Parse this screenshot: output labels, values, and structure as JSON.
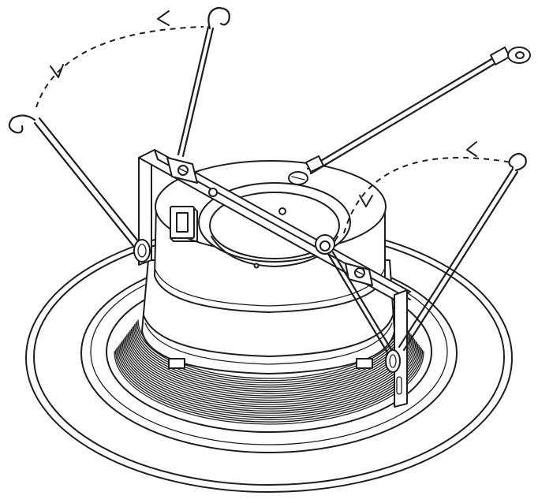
{
  "figure": {
    "description_free": true,
    "colors": {
      "line": "#1e1e1e",
      "fill": "#ffffff"
    },
    "parts": [
      "trim-ring",
      "baffle",
      "housing",
      "mounting-bracket",
      "torsion-spring-left",
      "torsion-spring-right",
      "ground-wire",
      "rotation-arrow-left",
      "rotation-arrow-right",
      "switch"
    ]
  }
}
